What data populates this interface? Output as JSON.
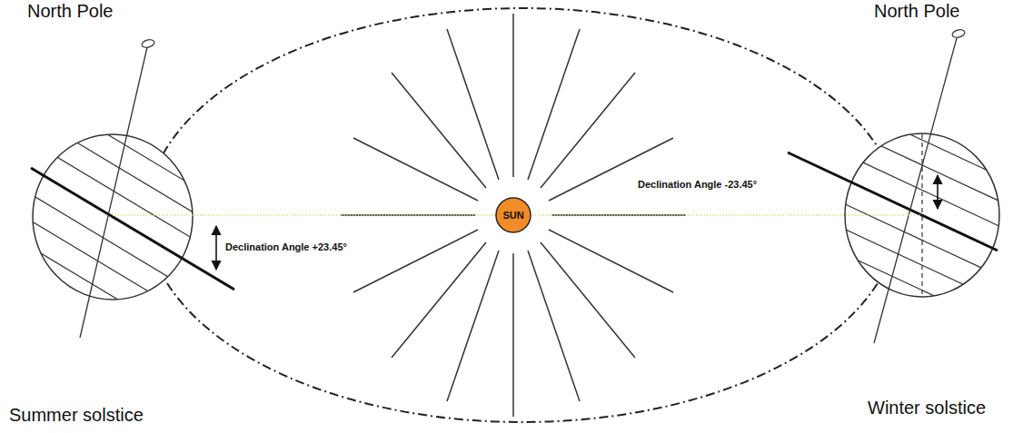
{
  "diagram": {
    "nodes": [
      {
        "text": [
          "SUN"
        ]
      }
    ],
    "labels": [
      "North Pole",
      "Declination Angle +23.45°",
      "Summer solstice",
      "North Pole",
      "Declination Angle -23.45°",
      "Winter solstice"
    ]
  }
}
